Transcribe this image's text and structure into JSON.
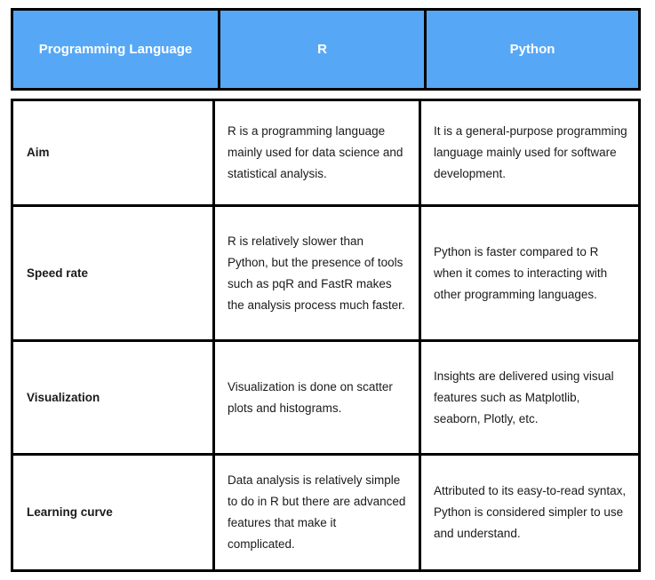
{
  "table": {
    "accent_color": "#56A8F7",
    "border_color": "#000000",
    "header_text_color": "#FFFFFF",
    "body_text_color": "#1A1A1A",
    "columns": [
      {
        "id": "aspect",
        "label": "Programming Language"
      },
      {
        "id": "r",
        "label": "R"
      },
      {
        "id": "python",
        "label": "Python"
      }
    ],
    "rows": [
      {
        "aspect": "Aim",
        "r": "R is a programming language mainly used for data science and statistical analysis.",
        "python": "It is a general-purpose programming language mainly used for software development."
      },
      {
        "aspect": "Speed rate",
        "r": "R is relatively slower than Python, but the presence of tools such as pqR and FastR makes the analysis process much faster.",
        "python": "Python is faster compared to R when it comes to interacting with other programming languages."
      },
      {
        "aspect": "Visualization",
        "r": "Visualization is done on scatter plots and histograms.",
        "python": "Insights are delivered using visual features such as Matplotlib, seaborn, Plotly, etc."
      },
      {
        "aspect": "Learning curve",
        "r": "Data analysis is relatively simple to do in R but there are advanced features that make it complicated.",
        "python": "Attributed to its easy-to-read syntax, Python is considered simpler to use and understand."
      }
    ]
  }
}
